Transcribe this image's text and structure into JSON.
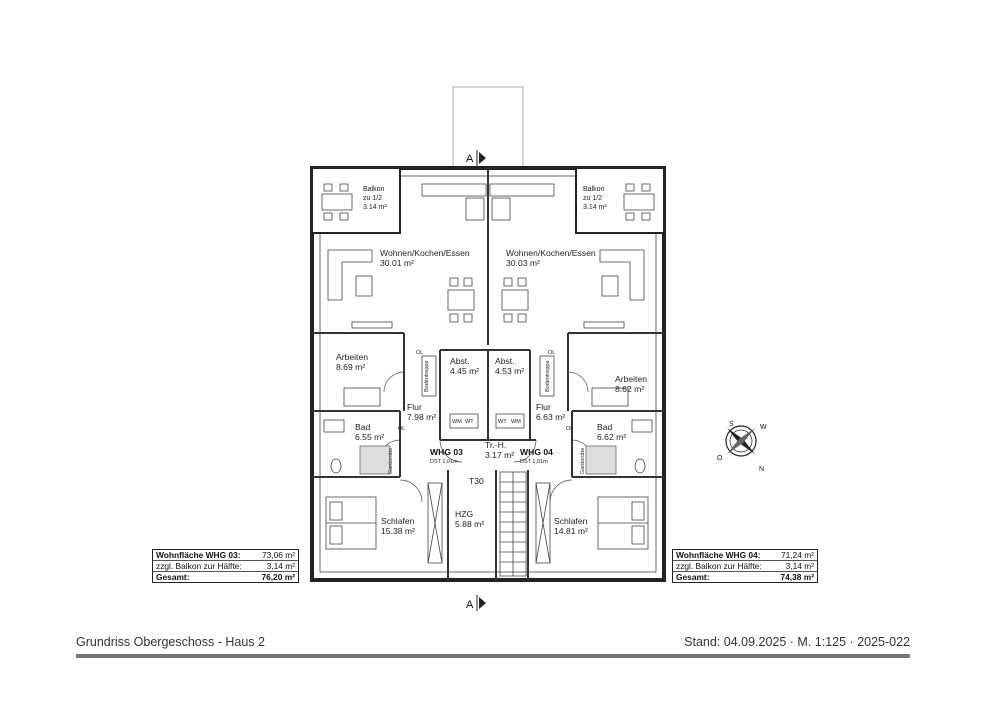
{
  "rooms_left": {
    "balkon": {
      "name1": "Balkon",
      "name2": "zu 1/2",
      "area": "3.14 m²"
    },
    "wohnen": {
      "name": "Wohnen/Kochen/Essen",
      "area": "30.01 m²"
    },
    "arbeiten": {
      "name": "Arbeiten",
      "area": "8.69 m²"
    },
    "abst": {
      "name": "Abst.",
      "area": "4.45 m²"
    },
    "flur": {
      "name": "Flur",
      "area": "7.98 m²"
    },
    "bad": {
      "name": "Bad",
      "area": "6.55 m²"
    },
    "schlafen": {
      "name": "Schlafen",
      "area": "15.38 m²"
    },
    "bodentreppe": "Bodentreppe"
  },
  "rooms_right": {
    "balkon": {
      "name1": "Balkon",
      "name2": "zu 1/2",
      "area": "3.14 m²"
    },
    "wohnen": {
      "name": "Wohnen/Kochen/Essen",
      "area": "30.03 m²"
    },
    "arbeiten": {
      "name": "Arbeiten",
      "area": "8.62 m²"
    },
    "abst": {
      "name": "Abst.",
      "area": "4.53 m²"
    },
    "flur": {
      "name": "Flur",
      "area": "6.63 m²"
    },
    "bad": {
      "name": "Bad",
      "area": "6.62 m²"
    },
    "schlafen": {
      "name": "Schlafen",
      "area": "14.81 m²"
    },
    "bodentreppe": "Bodentreppe"
  },
  "rooms_center": {
    "treppenhaus": {
      "name": "Tr.-H.",
      "area": "3.17 m²"
    },
    "hzg": {
      "name": "HZG",
      "area": "5.88 m²"
    },
    "t30": "T30"
  },
  "units": {
    "left": {
      "name": "WHG 03",
      "dst": "DST 1,01m"
    },
    "right": {
      "name": "WHG 04",
      "dst": "DST 1,01m"
    }
  },
  "labels": {
    "ol": "OL",
    "wm": "WM",
    "wt": "WT",
    "garderobe": "Garderobe",
    "section_mark": "A"
  },
  "compass": {
    "n": "N",
    "s": "S",
    "w": "W",
    "o": "O"
  },
  "area_left": {
    "row1_label": "Wohnfläche WHG 03:",
    "row1_value": "73,06 m²",
    "row2_label": "zzgl. Balkon zur Hälfte:",
    "row2_value": "3,14 m²",
    "row3_label": "Gesamt:",
    "row3_value": "76,20 m²"
  },
  "area_right": {
    "row1_label": "Wohnfläche WHG 04:",
    "row1_value": "71,24 m²",
    "row2_label": "zzgl. Balkon zur Hälfte:",
    "row2_value": "3,14 m²",
    "row3_label": "Gesamt:",
    "row3_value": "74,38 m²"
  },
  "footer": {
    "left": "Grundriss Obergeschoss - Haus 2",
    "right": "Stand: 04.09.2025 · M. 1:125 · 2025-022"
  }
}
